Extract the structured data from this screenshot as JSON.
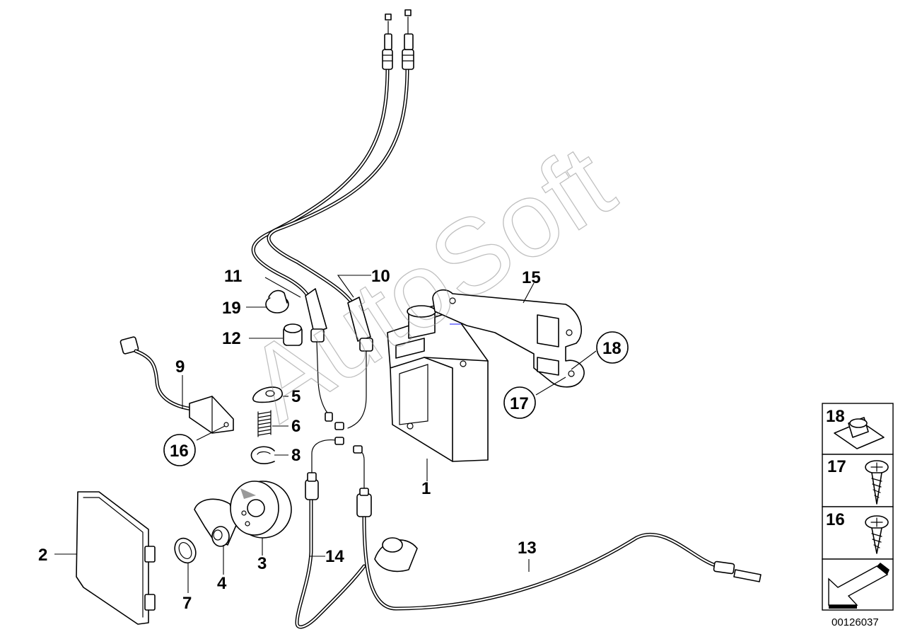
{
  "diagram": {
    "watermark": "AutoSoft",
    "drawing_number": "00126037",
    "callouts": [
      "1",
      "2",
      "3",
      "4",
      "5",
      "6",
      "7",
      "8",
      "9",
      "10",
      "11",
      "12",
      "13",
      "14",
      "15",
      "16",
      "17",
      "18",
      "19"
    ],
    "legend": [
      "18",
      "17",
      "16"
    ]
  }
}
